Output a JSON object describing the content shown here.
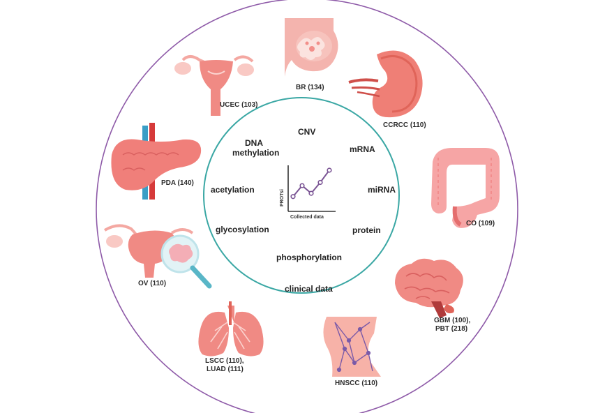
{
  "colors": {
    "outer_ring": "#8e5aa8",
    "inner_ring": "#3aa7a4",
    "organ_fill": "#f08080",
    "organ_dark": "#d9605f",
    "organ_light": "#f8b8b4",
    "chart_line": "#7a5494"
  },
  "organs": [
    {
      "key": "br",
      "label": "BR (134)",
      "icon": "breast-icon"
    },
    {
      "key": "ccrcc",
      "label": "CCRCC (110)",
      "icon": "kidney-icon"
    },
    {
      "key": "co",
      "label": "CO (109)",
      "icon": "colon-icon"
    },
    {
      "key": "gbm",
      "label": "GBM (100),",
      "label2": "PBT (218)",
      "icon": "brain-icon"
    },
    {
      "key": "hnscc",
      "label": "HNSCC (110)",
      "icon": "throat-tissue-icon"
    },
    {
      "key": "lung",
      "label": "LSCC (110),",
      "label2": "LUAD (111)",
      "icon": "lungs-icon"
    },
    {
      "key": "ov",
      "label": "OV (110)",
      "icon": "ovary-magnifier-icon"
    },
    {
      "key": "pda",
      "label": "PDA (140)",
      "icon": "pancreas-icon"
    },
    {
      "key": "ucec",
      "label": "UCEC (103)",
      "icon": "uterus-icon"
    }
  ],
  "data_types": {
    "cnv": "CNV",
    "mrna": "mRNA",
    "mirna": "miRNA",
    "protein": "protein",
    "phosphorylation": "phosphorylation",
    "clinical": "clinical data",
    "glycosylation": "glycosylation",
    "acetylation": "acetylation",
    "dna_line1": "DNA",
    "dna_line2": "methylation"
  },
  "center_chart": {
    "ylabel": "PROTsi",
    "xlabel": "Collected data",
    "points": [
      [
        0,
        0.18
      ],
      [
        1,
        0.52
      ],
      [
        2,
        0.28
      ],
      [
        3,
        0.62
      ],
      [
        4,
        1.0
      ]
    ]
  }
}
